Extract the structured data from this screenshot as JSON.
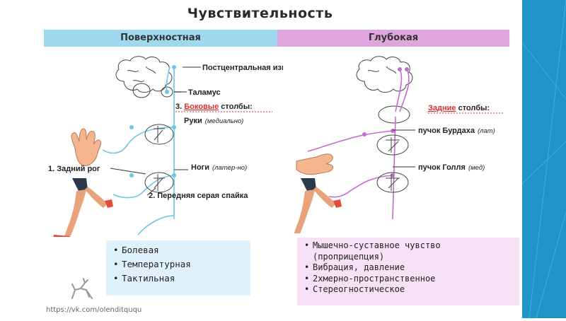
{
  "title": "Чувствительность",
  "headers": {
    "left": "Поверхностная",
    "right": "Глубокая"
  },
  "left_labels": {
    "postcentral": "Постцентральная извилина",
    "thalamus": "Таламус",
    "lateral_prefix": "3. ",
    "lateral_colored": "Боковые",
    "lateral_suffix": " столбы:",
    "arms": "Руки",
    "arms_note": "(медиально)",
    "legs": "Ноги",
    "legs_note": "(латер-но)",
    "posterior_horn": "1. Задний рог",
    "commissure": "2. Передняя серая спайка"
  },
  "right_labels": {
    "posterior_colored": "Задние",
    "posterior_suffix": " столбы:",
    "burdach": "пучок Бурдаха",
    "burdach_note": "(лат)",
    "goll": "пучок Голля",
    "goll_note": "(мед)"
  },
  "left_list": [
    "Болевая",
    "Температурная",
    "Тактильная"
  ],
  "right_list": [
    "Мышечно-суставное чувство",
    "(проприцепция)",
    "Вибрация, давление",
    "2хмерно-пространственное",
    "Стереогностическое"
  ],
  "footer": "https://vk.com/olenditququ",
  "colors": {
    "left_header": "#9fd9ef",
    "right_header": "#dea6dd",
    "red_accent": "#d63031",
    "left_path": "#6cc6e6",
    "right_path": "#c46bd0",
    "slide_bar": "#1f95c9"
  },
  "icons": [
    "brain-outline-icon",
    "spinal-cord-section-icon",
    "hand-icon",
    "running-leg-icon",
    "deer-logo-icon"
  ]
}
